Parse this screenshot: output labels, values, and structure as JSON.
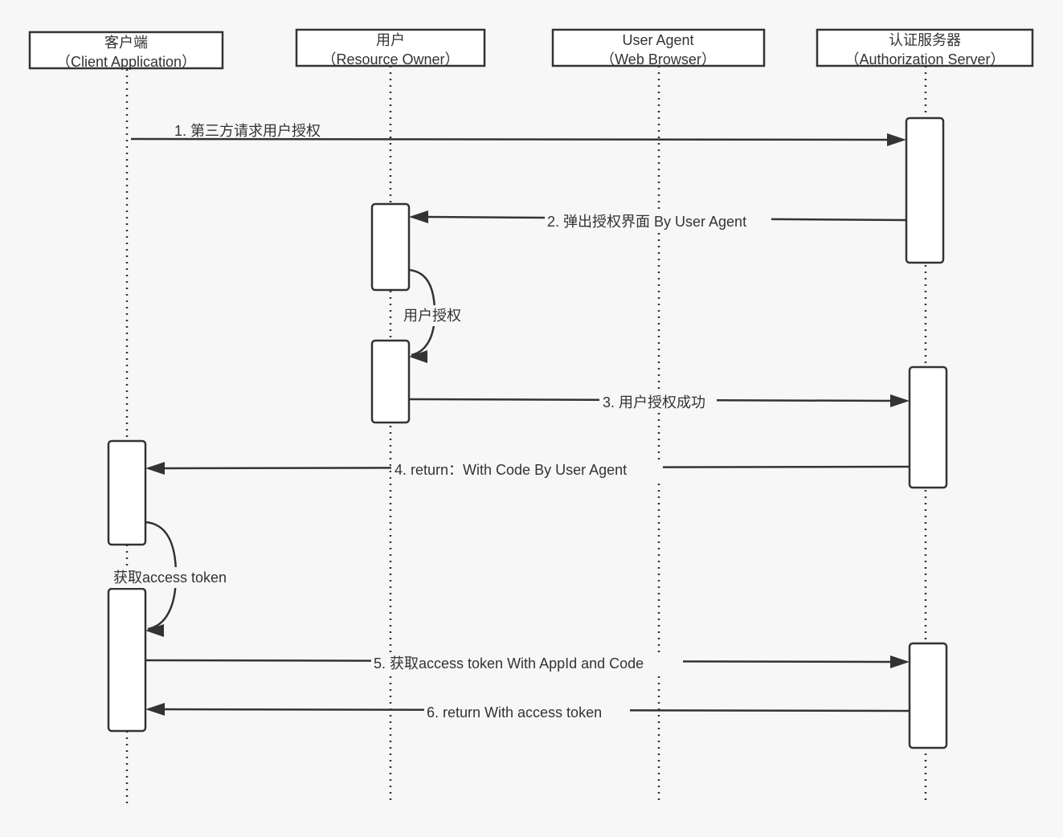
{
  "participants": [
    {
      "id": "client",
      "name": "客户端",
      "subtitle": "（Client Application）"
    },
    {
      "id": "user",
      "name": "用户",
      "subtitle": "（Resource Owner）"
    },
    {
      "id": "agent",
      "name": "User Agent",
      "subtitle": "（Web Browser）"
    },
    {
      "id": "auth",
      "name": "认证服务器",
      "subtitle": "（Authorization Server）"
    }
  ],
  "messages": [
    {
      "id": "m1",
      "label": "1. 第三方请求用户授权",
      "from": "client",
      "to": "auth"
    },
    {
      "id": "m2",
      "label": "2. 弹出授权界面 By User Agent",
      "from": "auth",
      "to": "user"
    },
    {
      "id": "m3",
      "label": "用户授权",
      "from": "user",
      "to": "user"
    },
    {
      "id": "m4",
      "label": "3. 用户授权成功",
      "from": "user",
      "to": "auth"
    },
    {
      "id": "m5",
      "label": "4. return：With Code By User Agent",
      "from": "auth",
      "to": "client"
    },
    {
      "id": "m6",
      "label": "获取access token",
      "from": "client",
      "to": "client"
    },
    {
      "id": "m7",
      "label": "5. 获取access token With AppId and Code",
      "from": "client",
      "to": "auth"
    },
    {
      "id": "m8",
      "label": "6. return With access token",
      "from": "auth",
      "to": "client"
    }
  ],
  "colors": {
    "stroke": "#333333",
    "box_fill": "#ffffff",
    "background": "#f7f7f7"
  }
}
